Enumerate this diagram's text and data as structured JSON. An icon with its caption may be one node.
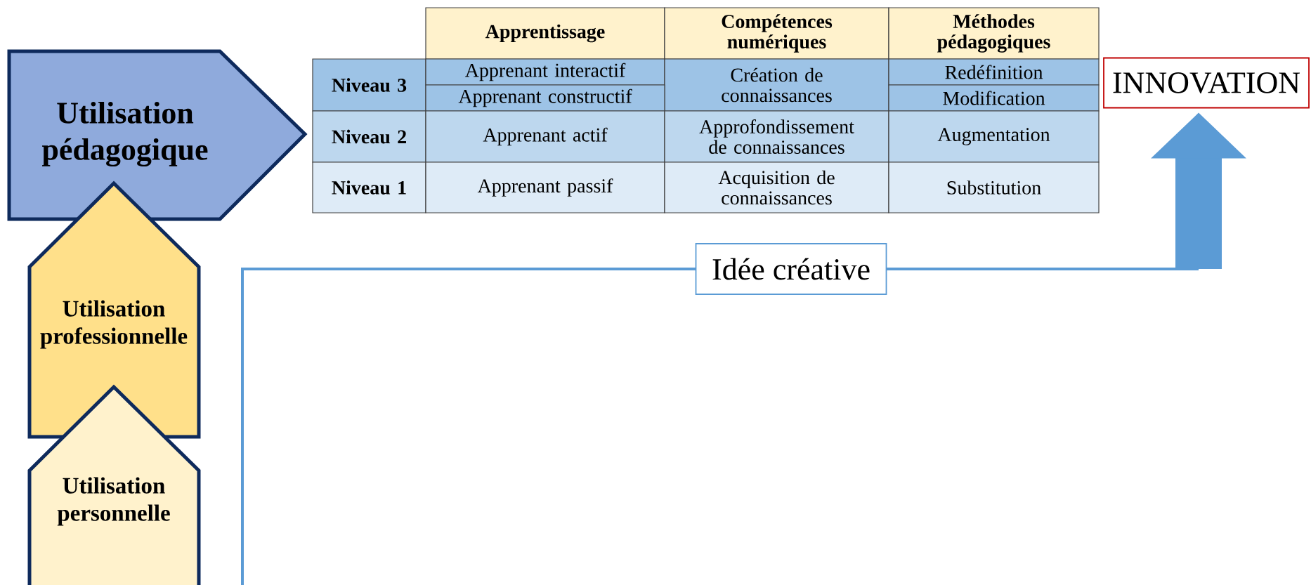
{
  "diagram": {
    "nodes": [
      {
        "text": [
          "Utilisation pédagogique"
        ]
      },
      {
        "text": [
          "Utilisation professionnelle"
        ]
      },
      {
        "text": [
          "Utilisation personnelle"
        ]
      },
      {
        "text": [
          "INNOVATION"
        ]
      }
    ],
    "edges": [
      {
        "from": null,
        "to": 3,
        "arrow": "to",
        "label": "Idée créative"
      }
    ],
    "labels": [
      "Apprentissage",
      "Compétences numériques",
      "Méthodes pédagogiques",
      "Niveau 3",
      "Apprenant interactif",
      "Création de connaissances",
      "Redéfinition",
      "Apprenant constructif",
      "Modification",
      "Niveau 2",
      "Apprenant actif",
      "Approfondissement de connaissances",
      "Augmentation",
      "Niveau 1",
      "Apprenant passif",
      "Acquisition de connaissances",
      "Substitution"
    ]
  }
}
